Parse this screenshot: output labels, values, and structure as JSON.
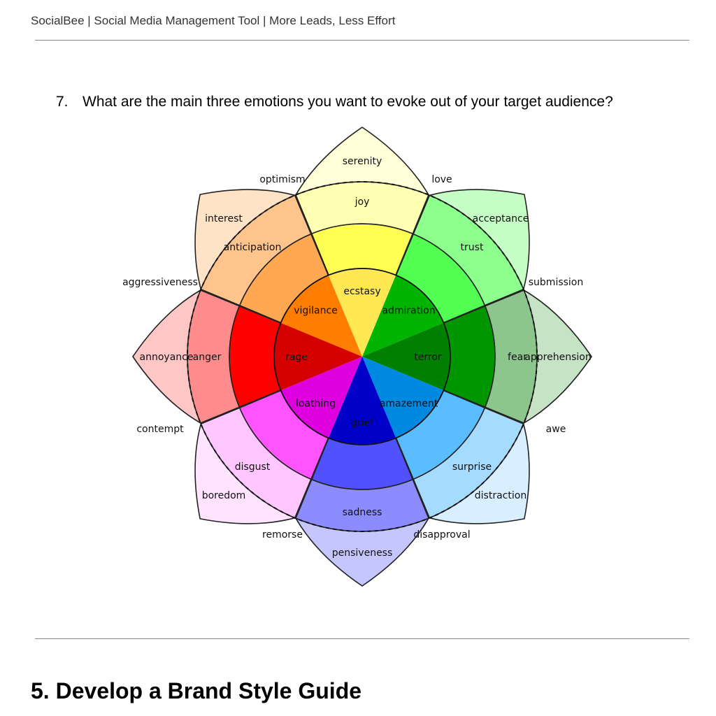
{
  "header": {
    "title": "SocialBee | Social Media Management Tool | More Leads, Less Effort"
  },
  "question": {
    "number": "7.",
    "text": "What are the main three emotions you want to evoke out of your target audience?"
  },
  "wheel": {
    "petals": [
      {
        "key": "joy",
        "outer": "serenity",
        "middle": "joy",
        "inner": "ecstasy",
        "colors": [
          "#ffffb3",
          "#ffff54",
          "#ffe854"
        ]
      },
      {
        "key": "trust",
        "outer": "acceptance",
        "middle": "trust",
        "inner": "admiration",
        "colors": [
          "#8cff8c",
          "#54ff54",
          "#00b400"
        ]
      },
      {
        "key": "fear",
        "outer": "apprehension",
        "middle": "fear",
        "inner": "terror",
        "colors": [
          "#8cc68c",
          "#009600",
          "#008000"
        ]
      },
      {
        "key": "surprise",
        "outer": "distraction",
        "middle": "surprise",
        "inner": "amazement",
        "colors": [
          "#a5dbff",
          "#59bdff",
          "#0089e0"
        ]
      },
      {
        "key": "sadness",
        "outer": "pensiveness",
        "middle": "sadness",
        "inner": "grief",
        "colors": [
          "#8c8cff",
          "#5151ff",
          "#0000c8"
        ]
      },
      {
        "key": "disgust",
        "outer": "boredom",
        "middle": "disgust",
        "inner": "loathing",
        "colors": [
          "#ffc6ff",
          "#ff54ff",
          "#de00de"
        ]
      },
      {
        "key": "anger",
        "outer": "annoyance",
        "middle": "anger",
        "inner": "rage",
        "colors": [
          "#ff8c8c",
          "#ff0000",
          "#d40000"
        ]
      },
      {
        "key": "anticipation",
        "outer": "interest",
        "middle": "anticipation",
        "inner": "vigilance",
        "colors": [
          "#ffc48c",
          "#ffa854",
          "#ff7d00"
        ]
      }
    ],
    "tips": [
      "#ffffd8",
      "#c6ffc6",
      "#c6e3c6",
      "#d8efff",
      "#c6c6ff",
      "#ffe3ff",
      "#ffc6c6",
      "#ffe3c6"
    ],
    "dyads": [
      "love",
      "submission",
      "awe",
      "disapproval",
      "remorse",
      "contempt",
      "aggressiveness",
      "optimism"
    ]
  },
  "section": {
    "title": "5. Develop a Brand Style Guide"
  }
}
